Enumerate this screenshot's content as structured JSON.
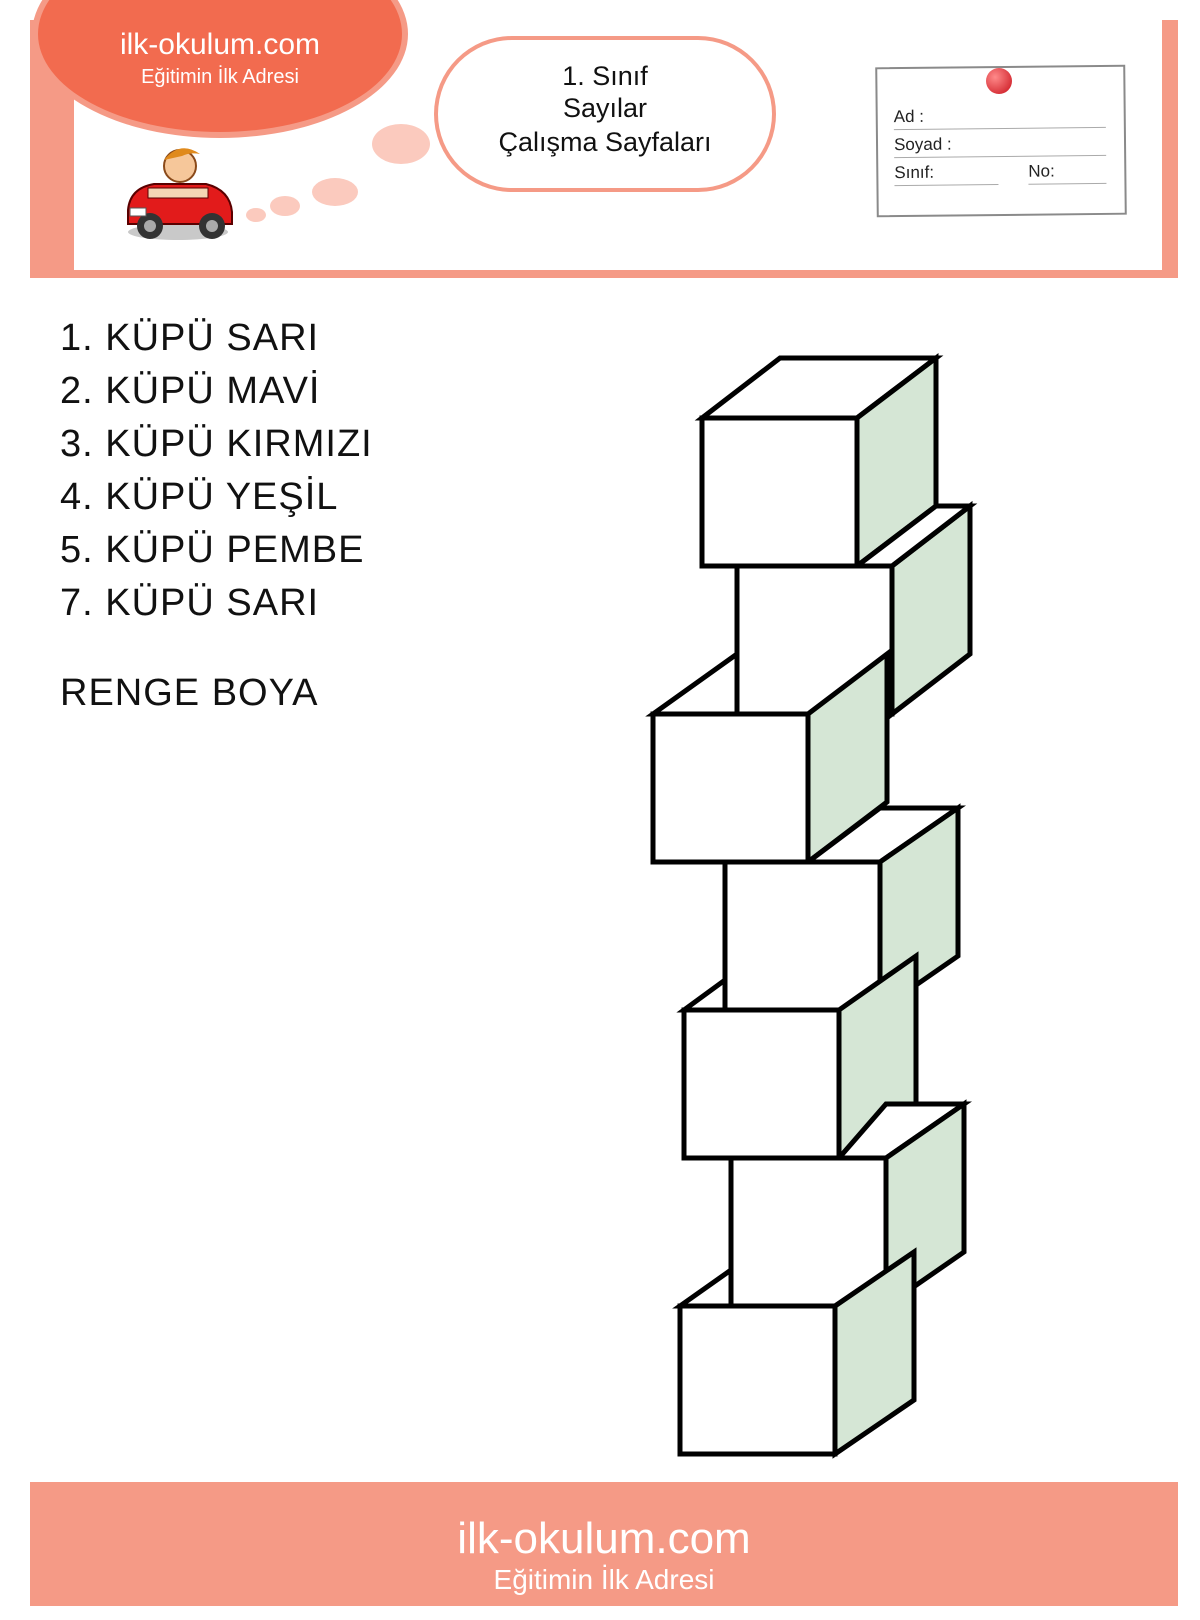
{
  "header": {
    "logo_title": "ilk-okulum.com",
    "logo_subtitle": "Eğitimin İlk Adresi",
    "cloud_line1": "1. Sınıf",
    "cloud_line2": "Sayılar",
    "cloud_line3": "Çalışma Sayfaları"
  },
  "name_card": {
    "ad": "Ad :",
    "soyad": "Soyad :",
    "sinif": "Sınıf:",
    "no": "No:"
  },
  "instructions": {
    "items": [
      "1. KÜPÜ SARI",
      "2. KÜPÜ MAVİ",
      "3. KÜPÜ KIRMIZI",
      "4. KÜPÜ YEŞİL",
      "5. KÜPÜ PEMBE",
      "7. KÜPÜ SARI"
    ],
    "task": "RENGE BOYA"
  },
  "footer": {
    "title": "ilk-okulum.com",
    "subtitle": "Eğitimin İlk Adresi"
  },
  "colors": {
    "band": "#f59a86",
    "logo": "#f26b4f",
    "cube_side": "#d5e6d5"
  }
}
